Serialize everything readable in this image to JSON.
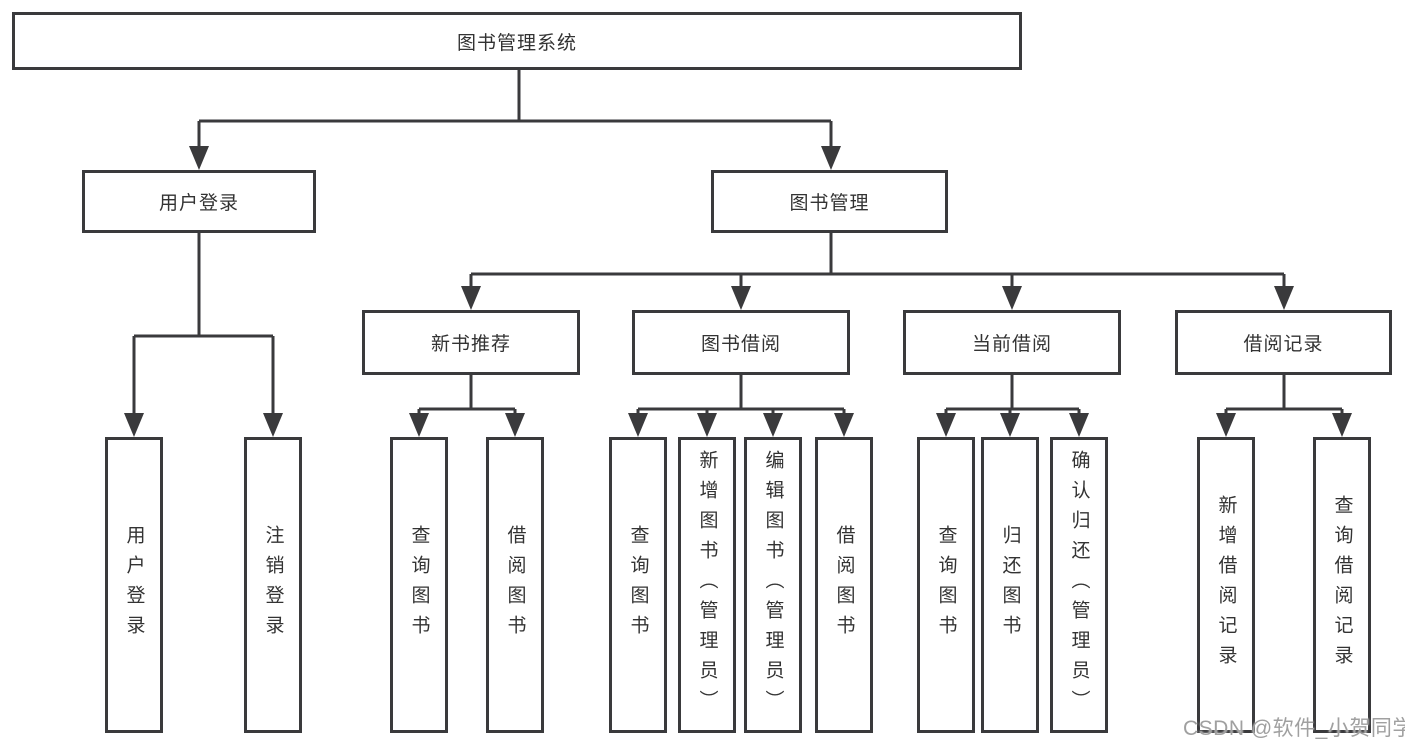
{
  "watermark": "CSDN @软件_小贺同学",
  "colors": {
    "line": "#3a3a3c",
    "text": "#333333",
    "box_bg": "#ffffff",
    "watermark": "#a0a0a0"
  },
  "tree": {
    "root": "图书管理系统",
    "branches": [
      {
        "label": "用户登录",
        "children": [
          "用户登录",
          "注销登录"
        ]
      },
      {
        "label": "图书管理",
        "groups": [
          {
            "label": "新书推荐",
            "children": [
              "查询图书",
              "借阅图书"
            ]
          },
          {
            "label": "图书借阅",
            "children": [
              "查询图书",
              "新增图书（管理员）",
              "编辑图书（管理员）",
              "借阅图书"
            ]
          },
          {
            "label": "当前借阅",
            "children": [
              "查询图书",
              "归还图书",
              "确认归还（管理员）"
            ]
          },
          {
            "label": "借阅记录",
            "children": [
              "新增借阅记录",
              "查询借阅记录"
            ]
          }
        ]
      }
    ]
  }
}
